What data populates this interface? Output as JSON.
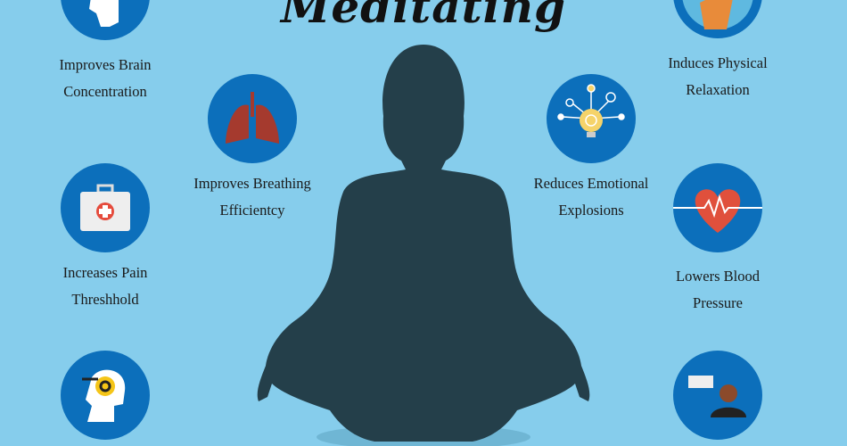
{
  "title": "Meditating",
  "benefits": [
    {
      "line1": "Improves Brain",
      "line2": "Concentration",
      "icon": "brain-head-icon"
    },
    {
      "line1": "Improves Breathing",
      "line2": "Efficientcy",
      "icon": "lungs-icon"
    },
    {
      "line1": "Increases Pain",
      "line2": "Threshhold",
      "icon": "first-aid-kit-icon"
    },
    {
      "line1": "",
      "line2": "",
      "icon": "head-loop-icon"
    },
    {
      "line1": "Induces Physical",
      "line2": "Relaxation",
      "icon": "beach-umbrella-icon"
    },
    {
      "line1": "Reduces Emotional",
      "line2": "Explosions",
      "icon": "lightbulb-icon"
    },
    {
      "line1": "Lowers Blood",
      "line2": "Pressure",
      "icon": "heart-pulse-icon"
    },
    {
      "line1": "",
      "line2": "",
      "icon": "person-speech-icon"
    }
  ],
  "colors": {
    "background": "#86cdec",
    "circle": "#0c6fbb",
    "silhouette": "#243f4a"
  }
}
